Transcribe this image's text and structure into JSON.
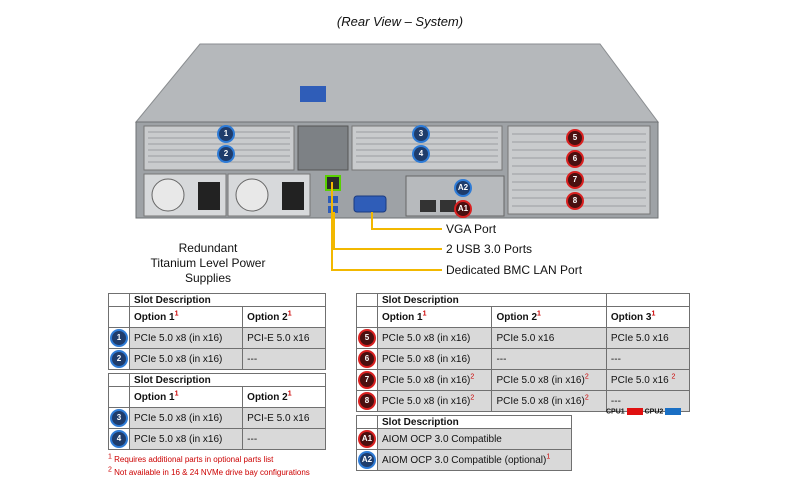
{
  "title": "(Rear View – System)",
  "callouts": {
    "psu": [
      "Redundant",
      "Titanium  Level Power Supplies"
    ],
    "vga": "VGA Port",
    "usb": "2 USB 3.0 Ports",
    "bmc": "Dedicated BMC LAN Port"
  },
  "server_badges": {
    "s1": "1",
    "s2": "2",
    "s3": "3",
    "s4": "4",
    "s5": "5",
    "s6": "6",
    "s7": "7",
    "s8": "8",
    "a1": "A1",
    "a2": "A2"
  },
  "table1": {
    "header": "Slot Description",
    "options": [
      "Option 1",
      "Option 2"
    ],
    "rows": [
      {
        "id": "1",
        "cpu": "blue",
        "cells": [
          "PCIe 5.0 x8 (in x16)",
          "PCI-E 5.0 x16"
        ]
      },
      {
        "id": "2",
        "cpu": "blue",
        "cells": [
          "PCIe 5.0 x8 (in x16)",
          "---"
        ]
      }
    ]
  },
  "table2": {
    "header": "Slot Description",
    "options": [
      "Option 1",
      "Option 2"
    ],
    "rows": [
      {
        "id": "3",
        "cpu": "blue",
        "cells": [
          "PCIe 5.0 x8 (in x16)",
          "PCI-E 5.0 x16"
        ]
      },
      {
        "id": "4",
        "cpu": "blue",
        "cells": [
          "PCIe 5.0 x8 (in x16)",
          "---"
        ]
      }
    ]
  },
  "table3": {
    "header": "Slot Description",
    "options": [
      "Option 1",
      "Option 2",
      "Option 3"
    ],
    "rows": [
      {
        "id": "5",
        "cpu": "red",
        "cells": [
          "PCIe 5.0 x8 (in x16)",
          "PCIe 5.0 x16",
          "PCIe 5.0 x16"
        ]
      },
      {
        "id": "6",
        "cpu": "red",
        "cells": [
          "PCIe 5.0 x8 (in x16)",
          "---",
          "---"
        ]
      },
      {
        "id": "7",
        "cpu": "red",
        "cells": [
          "PCIe 5.0 x8 (in x16)",
          "PCIe 5.0 x8 (in x16)",
          "PCIe 5.0 x16"
        ]
      },
      {
        "id": "8",
        "cpu": "red",
        "cells": [
          "PCIe 5.0 x8 (in x16)",
          "PCIe 5.0 x8 (in x16)",
          "---"
        ]
      }
    ]
  },
  "table4": {
    "header": "Slot Description",
    "rows": [
      {
        "id": "A1",
        "cpu": "red",
        "cells": [
          "AIOM OCP 3.0 Compatible"
        ]
      },
      {
        "id": "A2",
        "cpu": "blue",
        "cells": [
          "AIOM OCP 3.0 Compatible (optional)"
        ]
      }
    ]
  },
  "sup": {
    "one": "1",
    "two": "2"
  },
  "legend": {
    "cpu1": "CPU1",
    "cpu2": "CPU2",
    "cpu1_color": "#e01010",
    "cpu2_color": "#1a6fc4"
  },
  "footnotes": [
    "Requires additional parts in optional parts list",
    "Not available in 16 & 24 NVMe drive bay configurations"
  ],
  "colors": {
    "slot_blue": "#1f3c6b",
    "slot_red": "#d92020",
    "callout_line": "#f2b800",
    "chassis": "#b9bcbf"
  }
}
